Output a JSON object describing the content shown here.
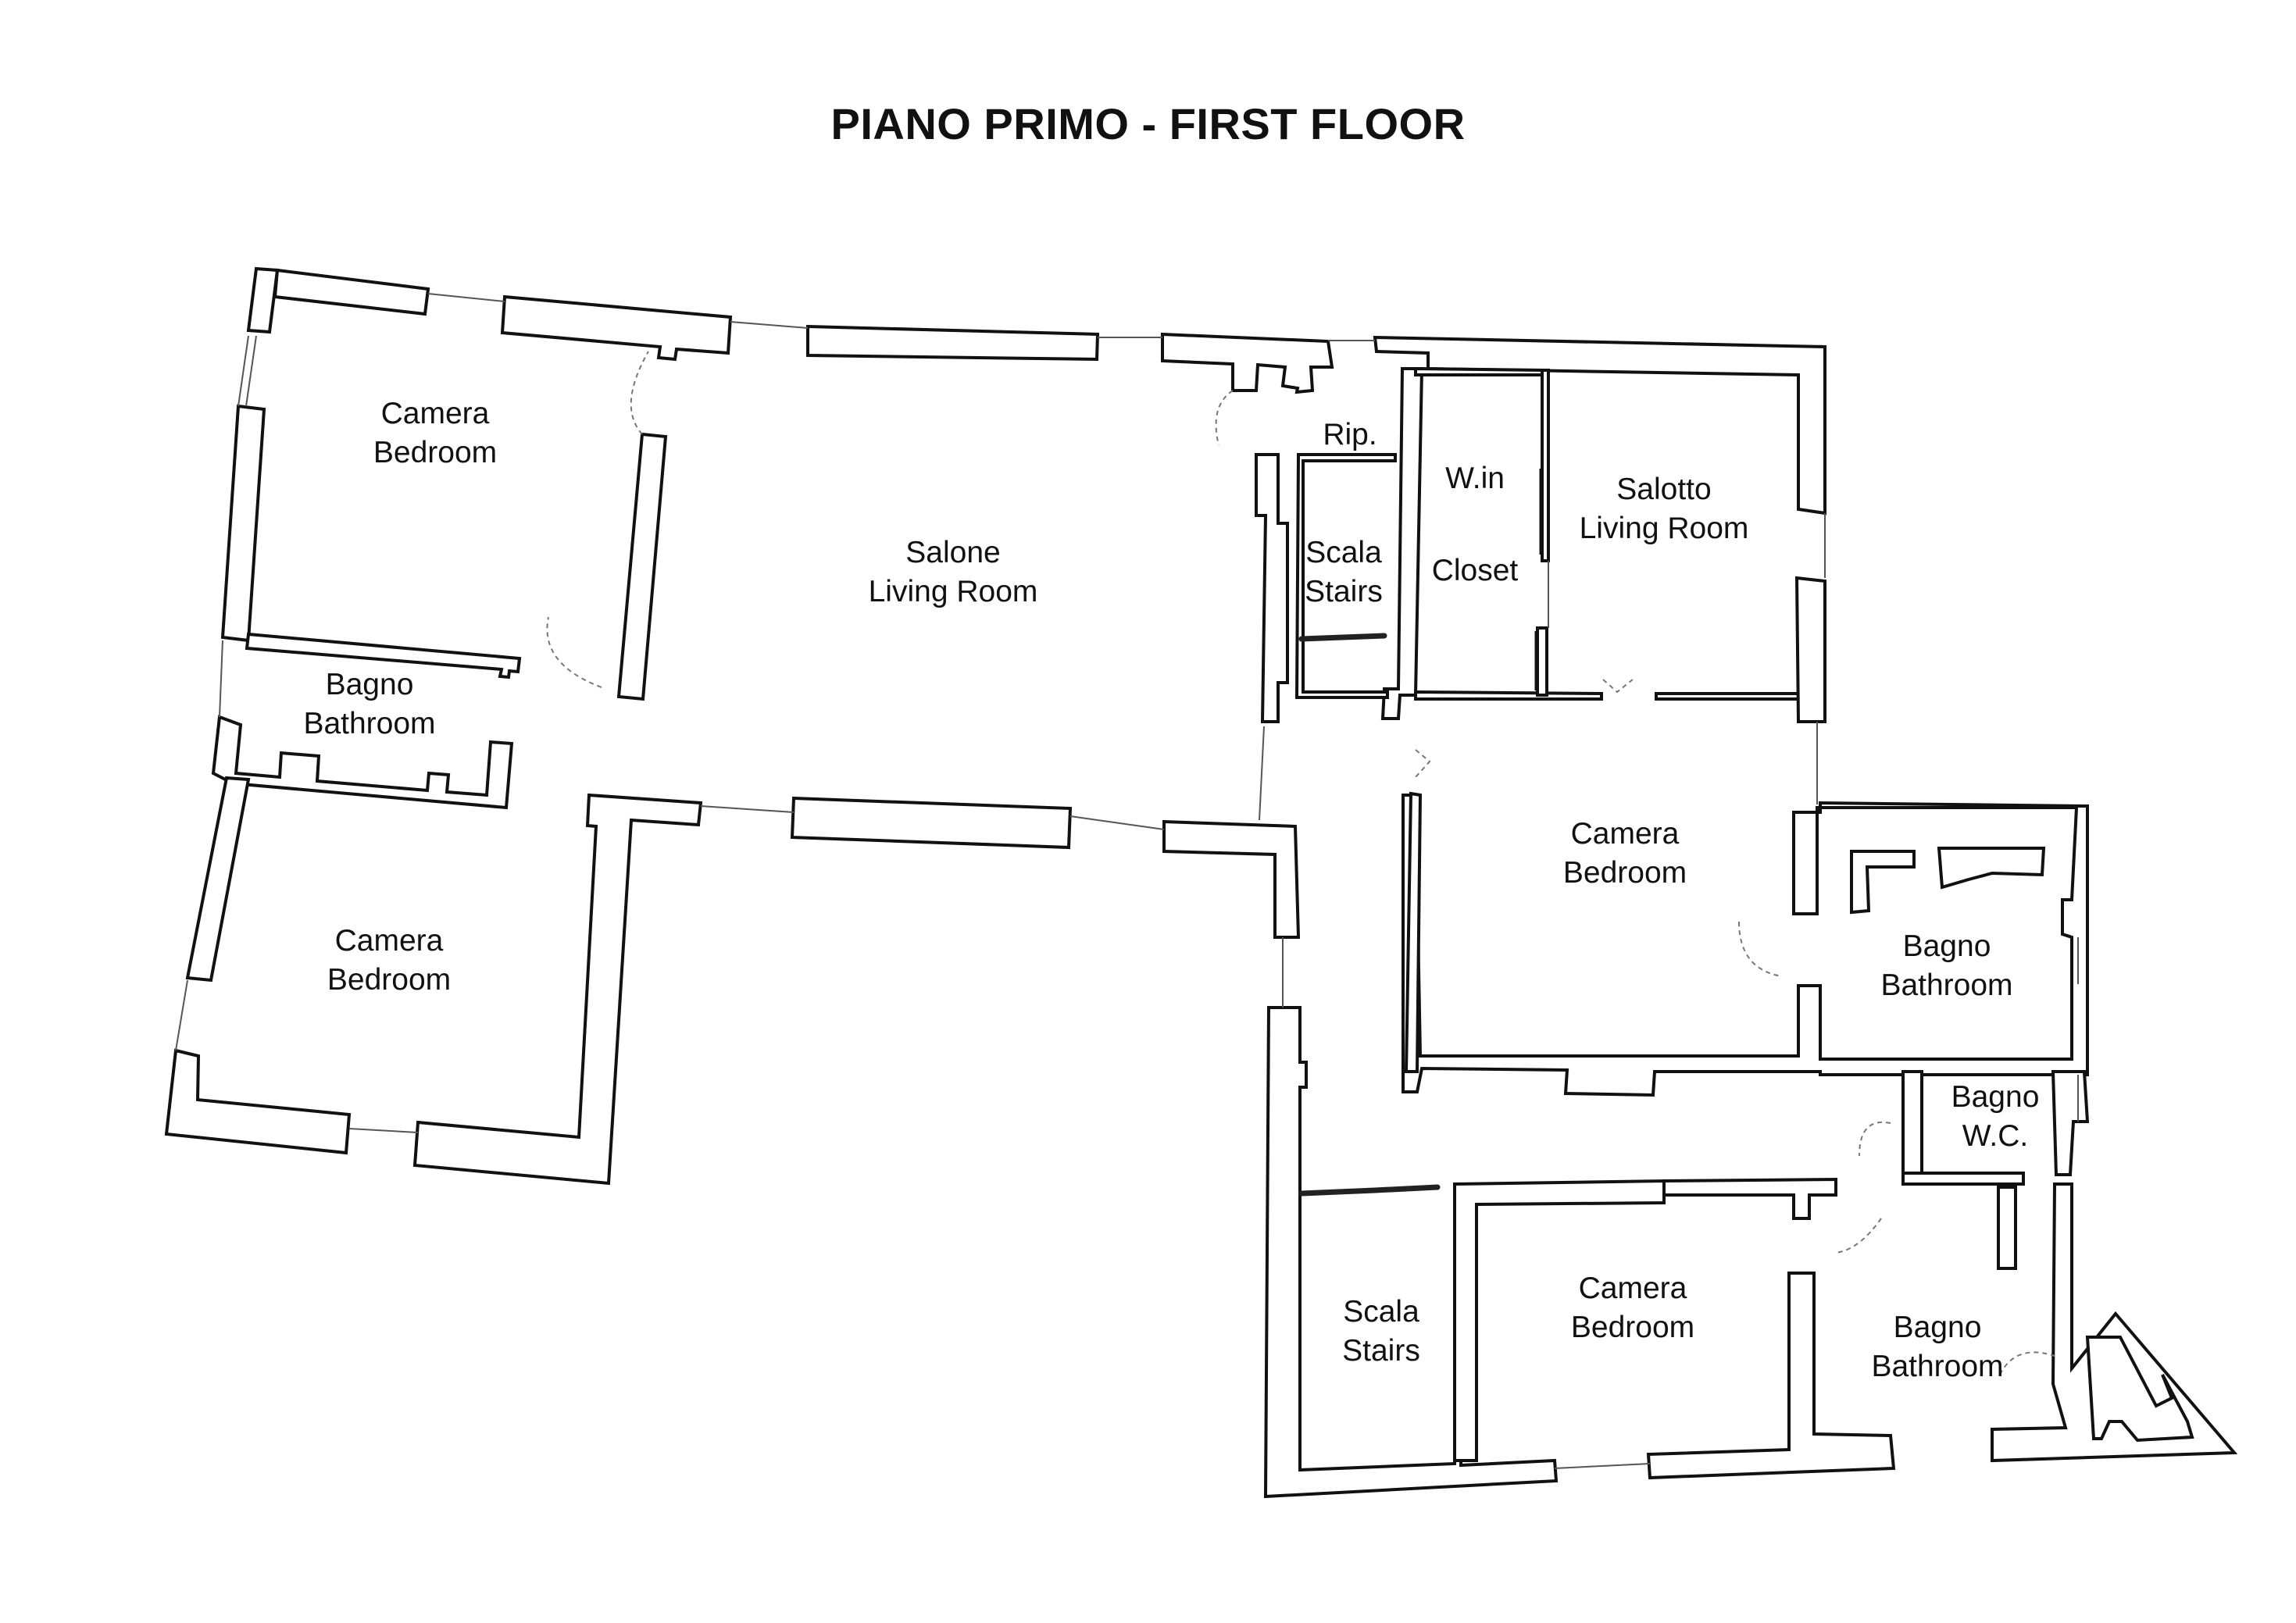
{
  "title": "PIANO PRIMO - FIRST FLOOR",
  "rooms": [
    {
      "id": "camera-1",
      "line1": "Camera",
      "line2": "Bedroom"
    },
    {
      "id": "salone",
      "line1": "Salone",
      "line2": "Living Room"
    },
    {
      "id": "bagno-1",
      "line1": "Bagno",
      "line2": "Bathroom"
    },
    {
      "id": "camera-2",
      "line1": "Camera",
      "line2": "Bedroom"
    },
    {
      "id": "rip",
      "line1": "Rip.",
      "line2": ""
    },
    {
      "id": "scala-1",
      "line1": "Scala",
      "line2": "Stairs"
    },
    {
      "id": "walkin",
      "line1": "W.in",
      "line2": "Closet"
    },
    {
      "id": "salotto",
      "line1": "Salotto",
      "line2": "Living Room"
    },
    {
      "id": "camera-3",
      "line1": "Camera",
      "line2": "Bedroom"
    },
    {
      "id": "bagno-2",
      "line1": "Bagno",
      "line2": "Bathroom"
    },
    {
      "id": "bagno-wc",
      "line1": "Bagno",
      "line2": "W.C."
    },
    {
      "id": "scala-2",
      "line1": "Scala",
      "line2": "Stairs"
    },
    {
      "id": "camera-4",
      "line1": "Camera",
      "line2": "Bedroom"
    },
    {
      "id": "bagno-3",
      "line1": "Bagno",
      "line2": "Bathroom"
    }
  ]
}
